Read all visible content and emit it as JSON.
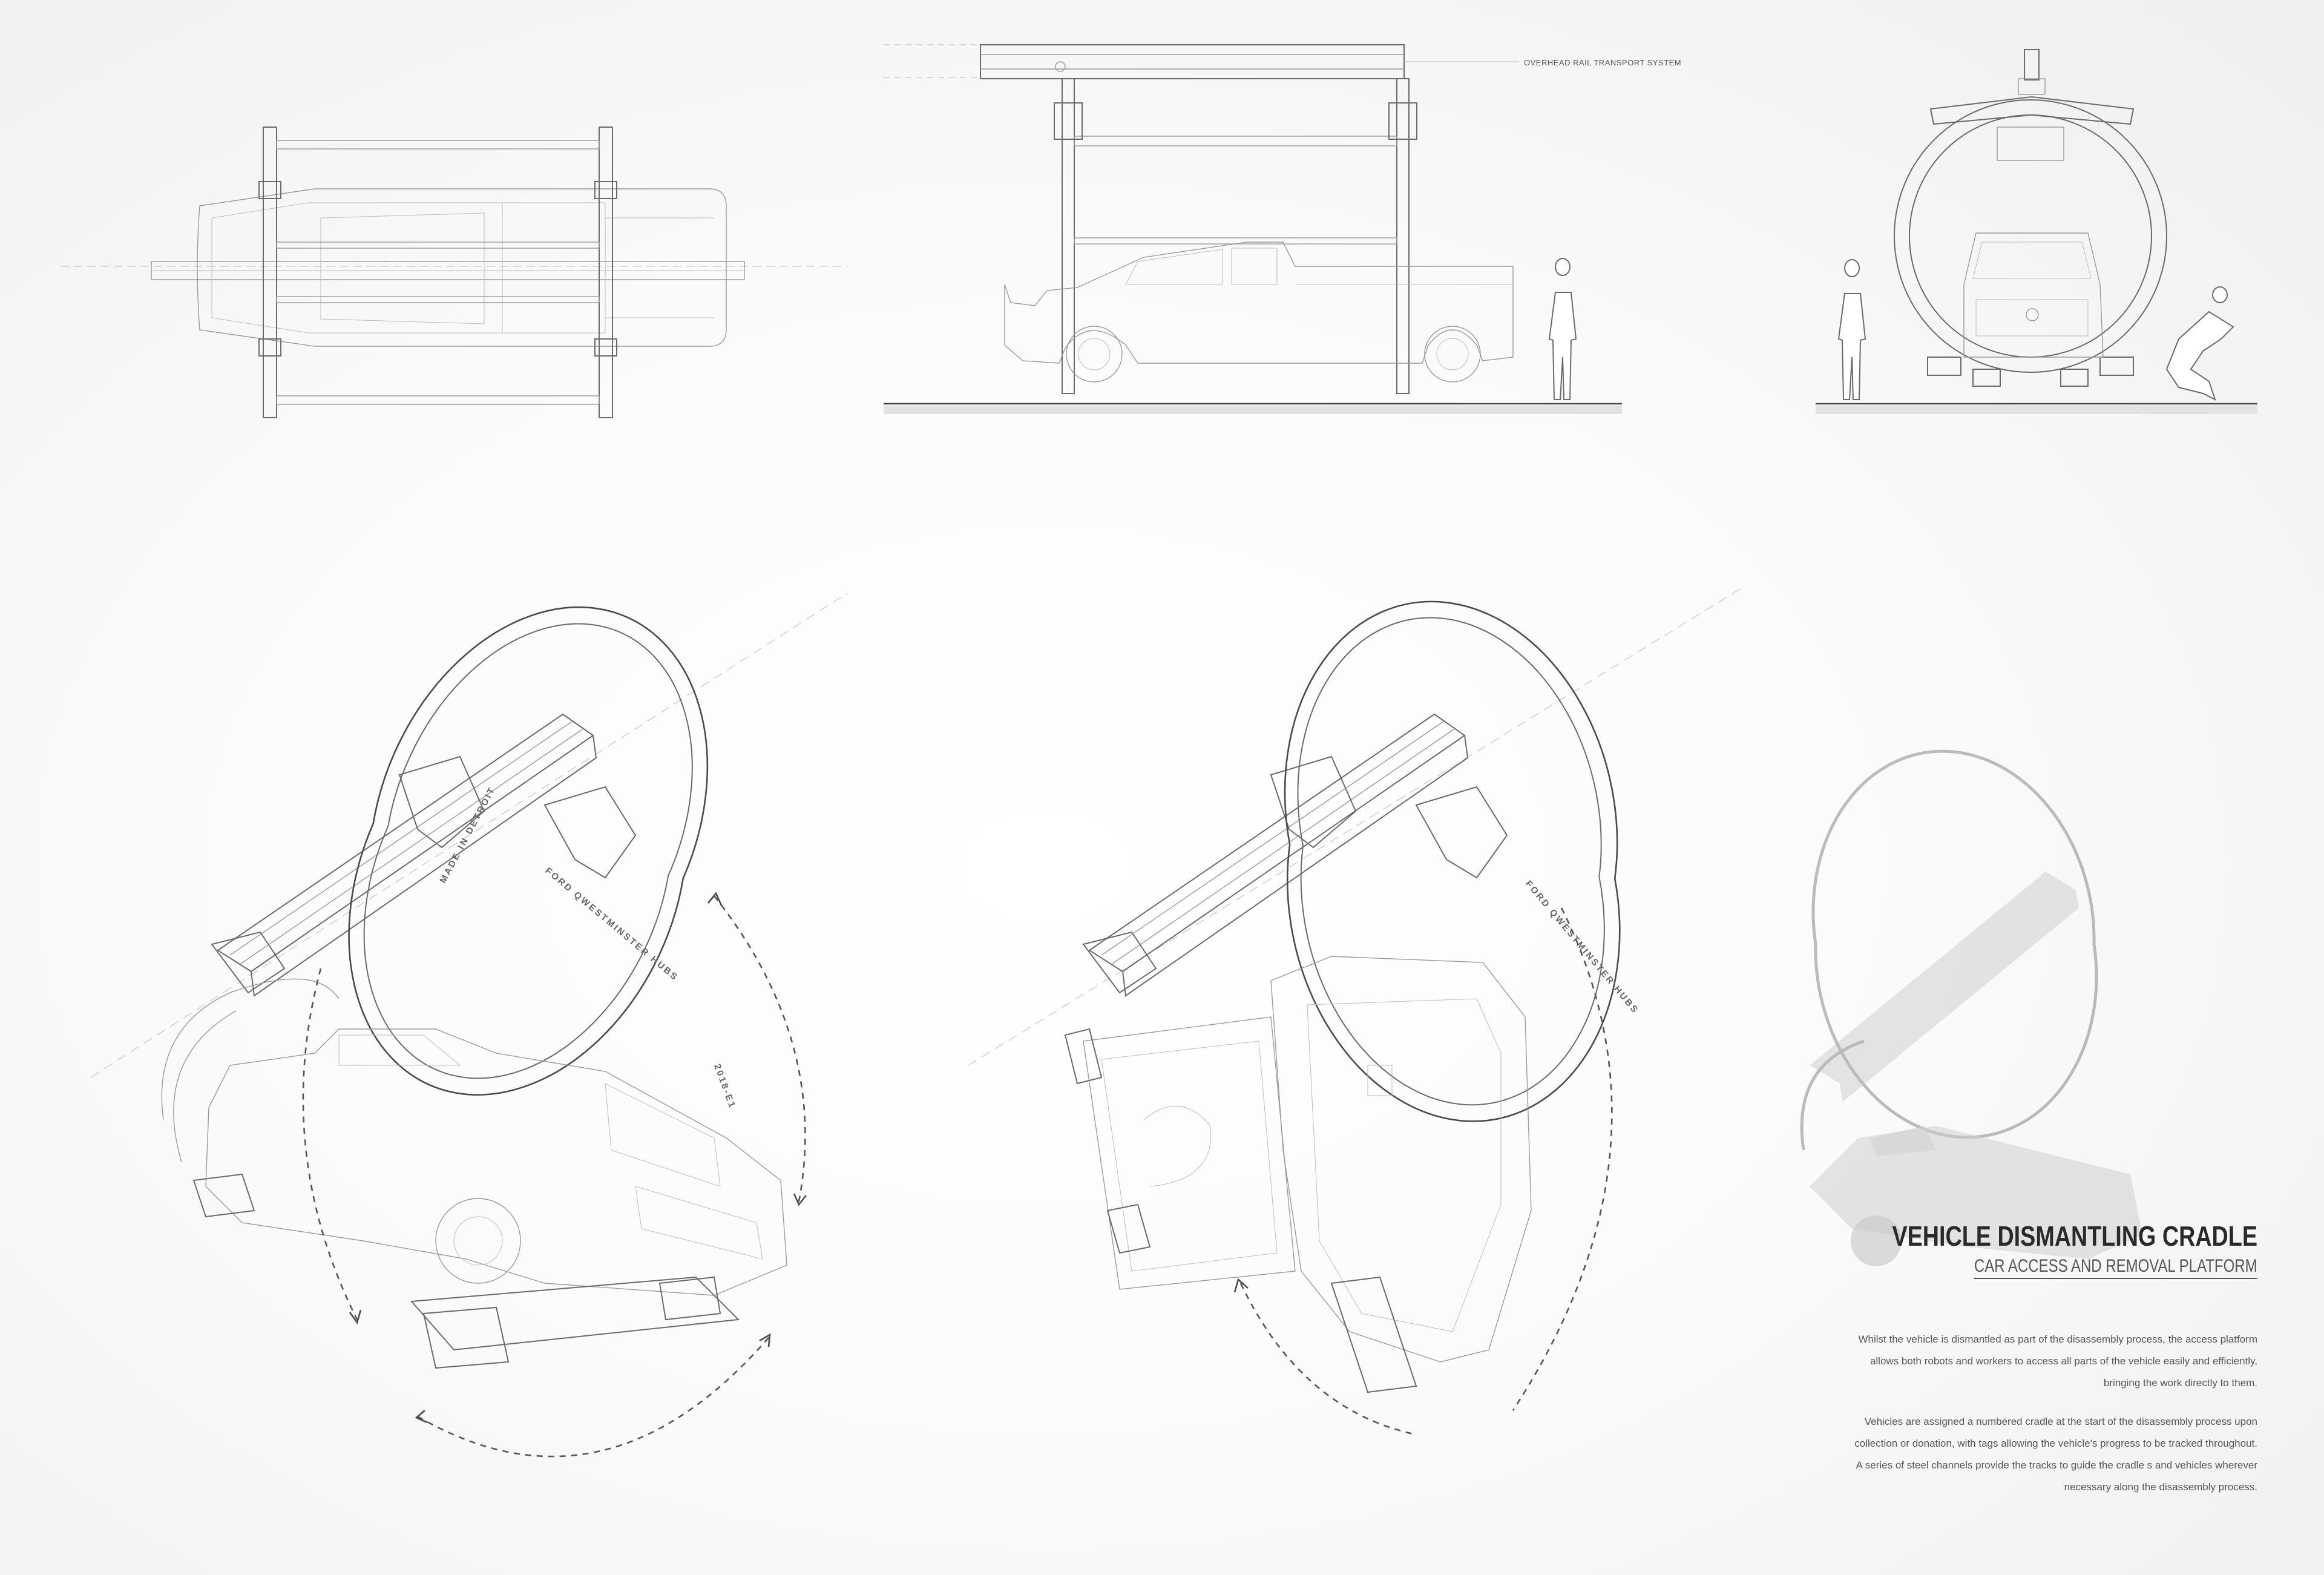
{
  "diagram": {
    "annotation": "OVERHEAD RAIL TRANSPORT SYSTEM",
    "ring_text_1": "MADE IN DETROIT",
    "ring_text_2": "FORD QWESTMINSTER HUBS",
    "ring_text_3": "2018-E1"
  },
  "info": {
    "title": "VEHICLE DISMANTLING CRADLE",
    "subtitle": "CAR ACCESS AND  REMOVAL PLATFORM",
    "paragraph_1_lines": [
      "Whilst the vehicle is dismantled as part of the disassembly process, the access platform",
      "allows both robots and workers to access all parts of the vehicle easily and efficiently,",
      "bringing the work directly to them."
    ],
    "paragraph_2_lines": [
      "Vehicles are assigned a numbered cradle at the start of the disassembly process upon",
      "collection or donation, with tags allowing the vehicle's progress to be tracked throughout.",
      "A series of steel channels provide the tracks to guide the cradle s and vehicles wherever",
      "necessary along the disassembly process."
    ]
  }
}
